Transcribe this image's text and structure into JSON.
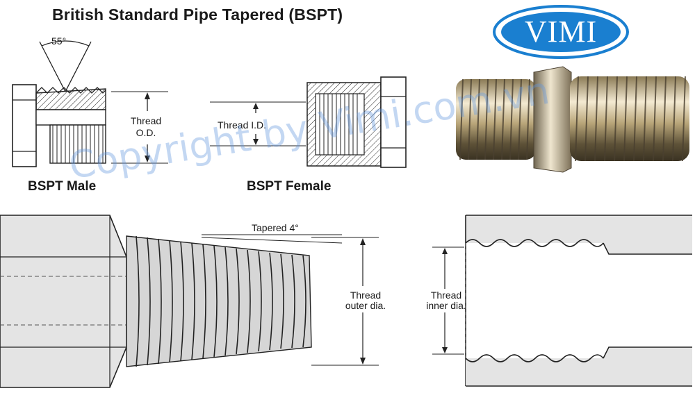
{
  "title": "British Standard Pipe Tapered (BSPT)",
  "logo": {
    "text": "VIMI",
    "color": "#1a7fd0"
  },
  "watermark": "Copyright by Vimi.com.vn",
  "male_detail": {
    "caption": "BSPT Male",
    "angle_label": "55°",
    "dim_label_line1": "Thread",
    "dim_label_line2": "O.D."
  },
  "female_detail": {
    "caption": "BSPT Female",
    "dim_label": "Thread I.D."
  },
  "bottom_male": {
    "taper_label": "Tapered 4°",
    "dim_label_line1": "Thread",
    "dim_label_line2": "outer dia."
  },
  "bottom_female": {
    "dim_label_line1": "Thread",
    "dim_label_line2": "inner dia."
  },
  "colors": {
    "line": "#222222",
    "fill": "#dedede",
    "brass": "#c9b17a"
  }
}
